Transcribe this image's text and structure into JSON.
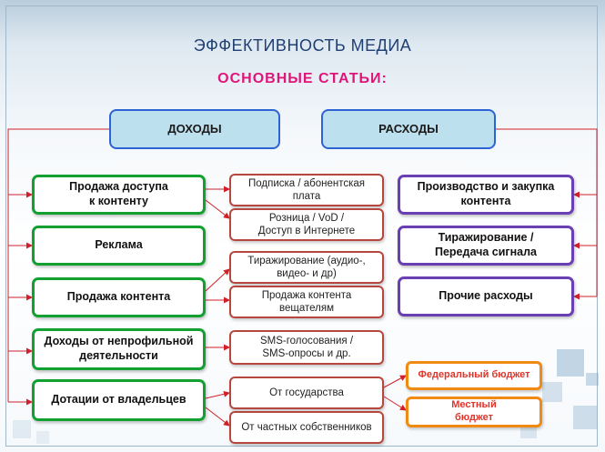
{
  "title": "ЭФФЕКТИВНОСТЬ МЕДИА",
  "subtitle": "ОСНОВНЫЕ СТАТЬИ:",
  "headers": {
    "income": "ДОХОДЫ",
    "expenses": "РАСХОДЫ"
  },
  "income": [
    "Продажа доступа\nк контенту",
    "Реклама",
    "Продажа контента",
    "Доходы от непрофильной\nдеятельности",
    "Дотации от владельцев"
  ],
  "details": [
    "Подписка / абонентская\nплата",
    "Розница / VoD /\nДоступ в Интернете",
    "Тиражирование (аудио-,\nвидео- и др)",
    "Продажа контента\nвещателям",
    "SMS-голосования /\nSMS-опросы и др.",
    "От государства",
    "От частных собственников"
  ],
  "expenses": [
    "Производство и закупка\nконтента",
    "Тиражирование /\nПередача сигнала",
    "Прочие расходы"
  ],
  "budgets": [
    "Федеральный бюджет",
    "Местный\nбюджет"
  ],
  "colors": {
    "income_border": "#12a030",
    "expense_border": "#6a3fb3",
    "detail_border": "#b5473e",
    "budget_border": "#f08a12",
    "header_fill": "#bde0ee",
    "header_border": "#2e63d6",
    "title": "#1f3f73",
    "subtitle": "#e0157a",
    "connector": "#d0212a"
  }
}
